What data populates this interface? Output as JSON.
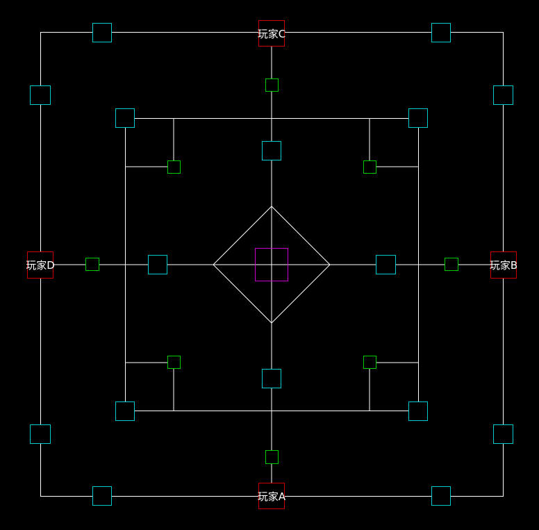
{
  "colors": {
    "background": "#000000",
    "line": "#ffffff",
    "player_node": "#cc0000",
    "cyan_node": "#00cccc",
    "green_node": "#00cc00",
    "center_node": "#cc00cc"
  },
  "players": {
    "a": "玩家A",
    "b": "玩家B",
    "c": "玩家C",
    "d": "玩家D"
  }
}
